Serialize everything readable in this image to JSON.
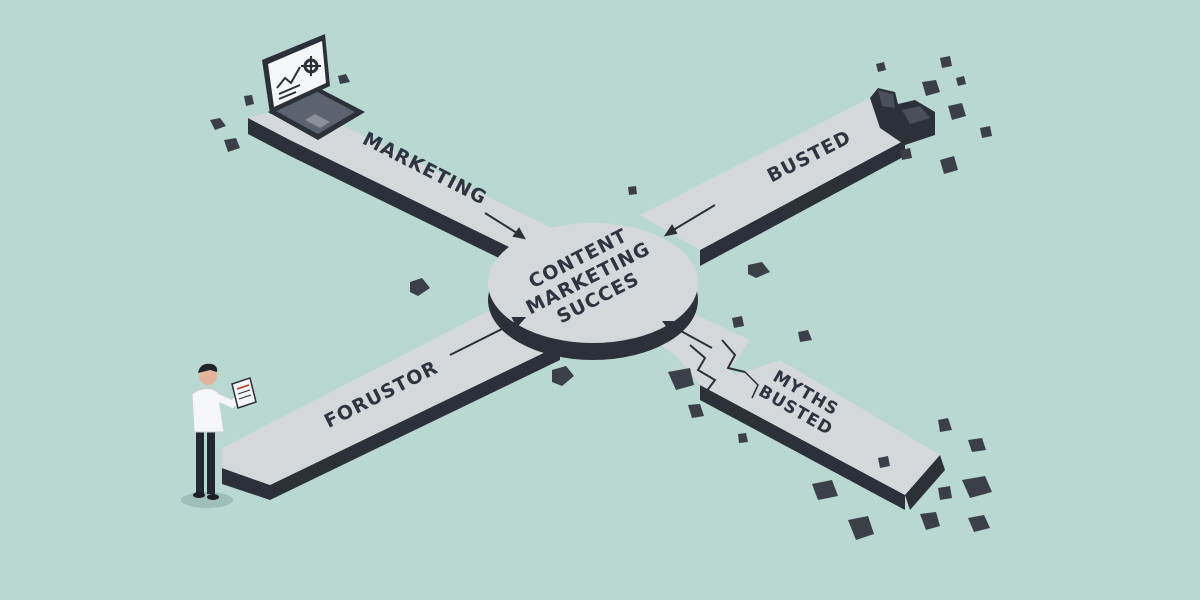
{
  "labels": {
    "center": [
      "CONTENT",
      "MARKETING",
      "SUCCES"
    ],
    "road_top_left": "MARKETING",
    "road_top_right": "BUSTED",
    "road_bottom_left": "FORUSTOR",
    "road_bottom_right": [
      "MYTHS",
      "BUSTED"
    ]
  },
  "colors": {
    "background": "#b9d8d2",
    "road_top": "#d5d8da",
    "road_side": "#2c3038",
    "text": "#2e3440",
    "debris": "#3a3f48"
  },
  "icons": {
    "laptop": "laptop-with-chart-and-gear-icon",
    "person": "person-holding-checklist",
    "arrows": "arrow-icon"
  }
}
